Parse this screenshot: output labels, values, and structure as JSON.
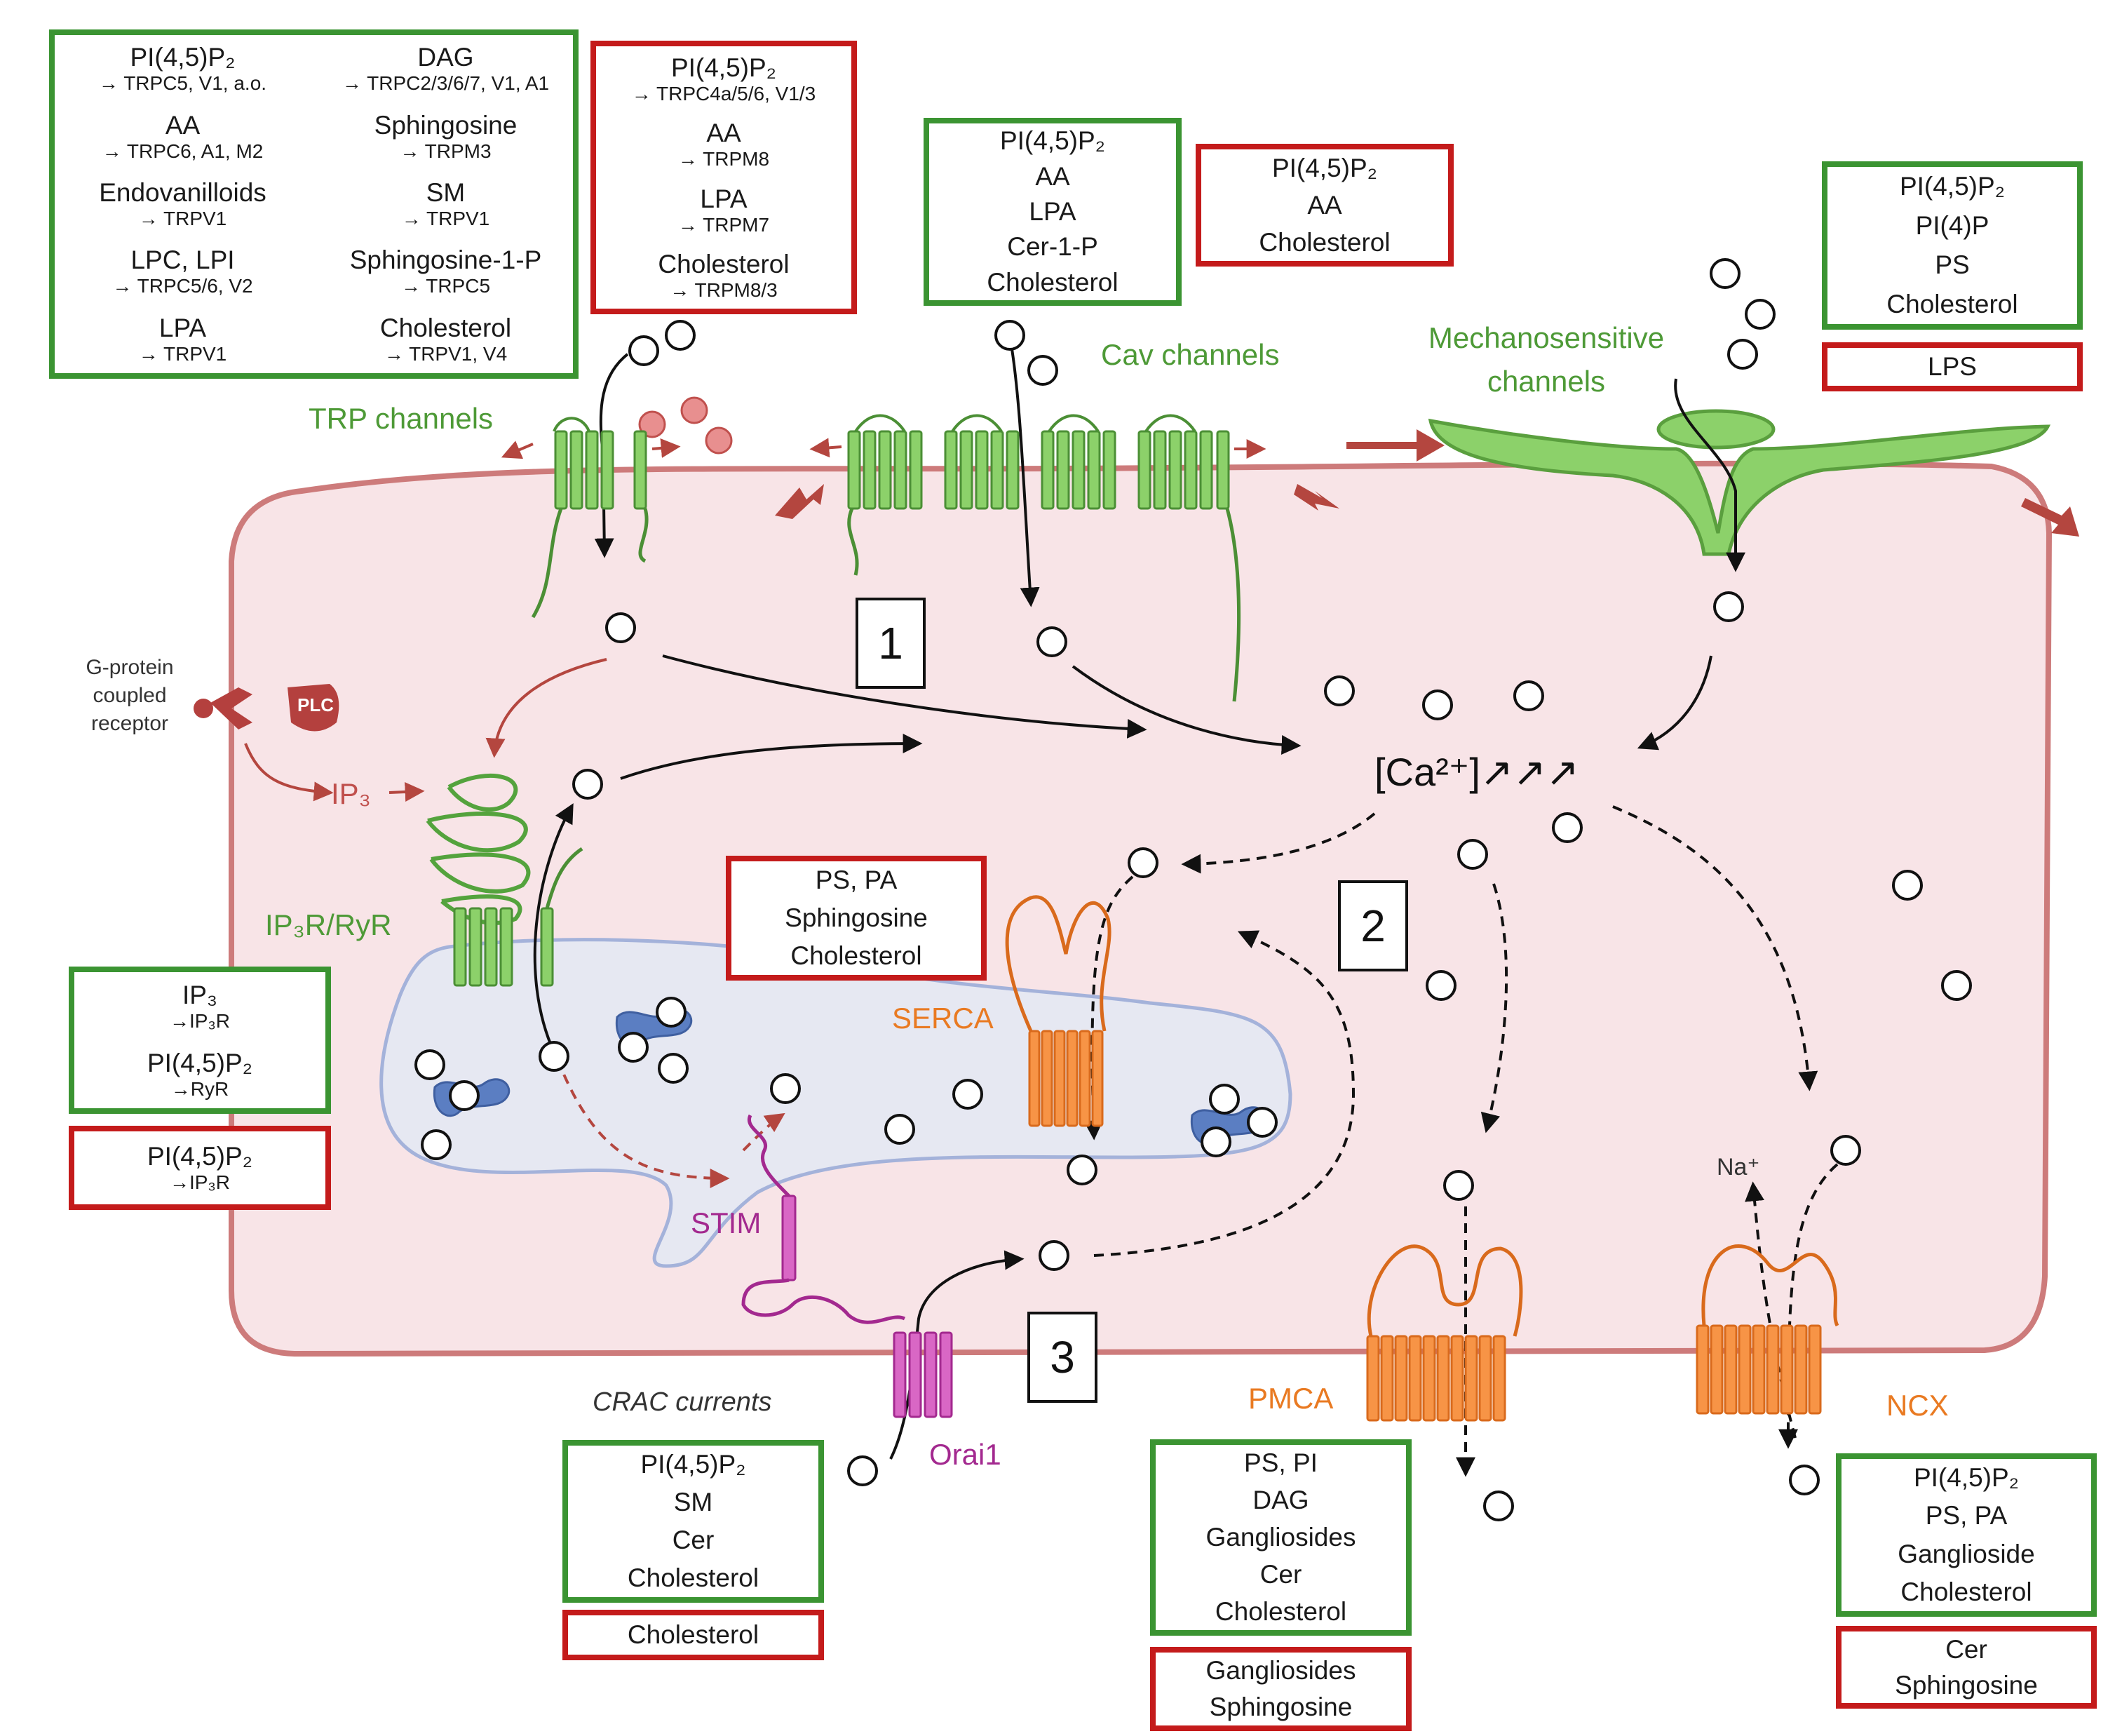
{
  "boxes": {
    "trp_activators": {
      "left": [
        {
          "main": "PI(4,5)P₂",
          "sub": "→ TRPC5, V1, a.o."
        },
        {
          "main": "AA",
          "sub": "→ TRPC6, A1, M2"
        },
        {
          "main": "Endovanilloids",
          "sub": "→ TRPV1"
        },
        {
          "main": "LPC, LPI",
          "sub": "→ TRPC5/6, V2"
        },
        {
          "main": "LPA",
          "sub": "→ TRPV1"
        }
      ],
      "right": [
        {
          "main": "DAG",
          "sub": "→ TRPC2/3/6/7, V1, A1"
        },
        {
          "main": "Sphingosine",
          "sub": "→ TRPM3"
        },
        {
          "main": "SM",
          "sub": "→ TRPV1"
        },
        {
          "main": "Sphingosine-1-P",
          "sub": "→ TRPC5"
        },
        {
          "main": "Cholesterol",
          "sub": "→ TRPV1, V4"
        }
      ]
    },
    "trp_inhibitors": [
      {
        "main": "PI(4,5)P₂",
        "sub": "→ TRPC4a/5/6, V1/3"
      },
      {
        "main": "AA",
        "sub": "→ TRPM8"
      },
      {
        "main": "LPA",
        "sub": "→ TRPM7"
      },
      {
        "main": "Cholesterol",
        "sub": "→ TRPM8/3"
      }
    ],
    "cav_activators": [
      "PI(4,5)P₂",
      "AA",
      "LPA",
      "Cer-1-P",
      "Cholesterol"
    ],
    "cav_inhibitors": [
      "PI(4,5)P₂",
      "AA",
      "Cholesterol"
    ],
    "mechano_activators": [
      "PI(4,5)P₂",
      "PI(4)P",
      "PS",
      "Cholesterol"
    ],
    "mechano_inhibitors": [
      "LPS"
    ],
    "ip3r_activators": [
      {
        "main": "IP₃",
        "sub": "→IP₃R"
      },
      {
        "main": "PI(4,5)P₂",
        "sub": "→RyR"
      }
    ],
    "ip3r_inhibitors": [
      {
        "main": "PI(4,5)P₂",
        "sub": "→IP₃R"
      }
    ],
    "serca_inhibitors": [
      "PS, PA",
      "Sphingosine",
      "Cholesterol"
    ],
    "crac_activators": [
      "PI(4,5)P₂",
      "SM",
      "Cer",
      "Cholesterol"
    ],
    "crac_inhibitors": [
      "Cholesterol"
    ],
    "pmca_activators": [
      "PS, PI",
      "DAG",
      "Gangliosides",
      "Cer",
      "Cholesterol"
    ],
    "pmca_inhibitors": [
      "Gangliosides",
      "Sphingosine"
    ],
    "ncx_activators": [
      "PI(4,5)P₂",
      "PS, PA",
      "Ganglioside",
      "Cholesterol"
    ],
    "ncx_inhibitors": [
      "Cer",
      "Sphingosine"
    ]
  },
  "labels": {
    "trp_channels": "TRP channels",
    "cav_channels": "Cav channels",
    "mechano_line1": "Mechanosensitive",
    "mechano_line2": "channels",
    "gpcr_line1": "G-protein",
    "gpcr_line2": "coupled",
    "gpcr_line3": "receptor",
    "plc": "PLC",
    "ip3": "IP₃",
    "ip3r_ryr": "IP₃R/RyR",
    "serca": "SERCA",
    "stim": "STIM",
    "orai1": "Orai1",
    "crac_currents": "CRAC currents",
    "pmca": "PMCA",
    "ncx": "NCX",
    "na": "Na⁺",
    "calcium": "[Ca²⁺]↗↗↗"
  },
  "numbers": [
    "1",
    "2",
    "3"
  ],
  "colors": {
    "activator_border": "#3b9432",
    "inhibitor_border": "#c41b1b",
    "cell_fill": "#f8e4e7",
    "cell_border": "#cd7b7b",
    "er_fill": "#e6e8f2",
    "er_border": "#a4b2da",
    "channel_green": "#8cd16a",
    "pump_orange": "#f79446",
    "orai_magenta": "#d967c5"
  }
}
